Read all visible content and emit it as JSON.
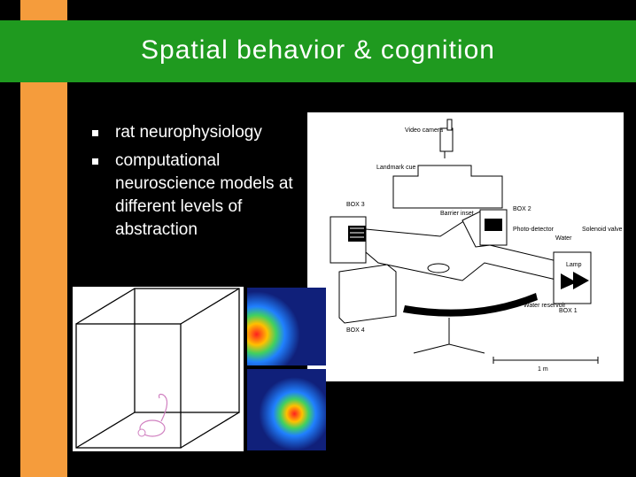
{
  "slide": {
    "title": "Spatial behavior & cognition",
    "bullets": [
      "rat neurophysiology",
      "computational neuroscience models at different levels of abstraction"
    ],
    "colors": {
      "background": "#000000",
      "title_band": "#1f9a1f",
      "side_bar": "#f59c3c",
      "text": "#ffffff"
    }
  },
  "apparatus": {
    "labels": {
      "video_camera": "Video camera",
      "landmark_cue": "Landmark cue",
      "box3": "BOX 3",
      "box2": "BOX 2",
      "box1": "BOX 1",
      "box4": "BOX 4",
      "barrier_inset": "Barrier inset",
      "photo_detector": "Photo-detector",
      "water": "Water",
      "solenoid_valve": "Solenoid valve",
      "lamp": "Lamp",
      "water_reservoir": "Water reservoir",
      "scale": "1 m"
    }
  },
  "figures": {
    "cube_icon": "rat-in-box",
    "heatmaps": [
      "place-field-map-1",
      "place-field-map-2"
    ]
  }
}
